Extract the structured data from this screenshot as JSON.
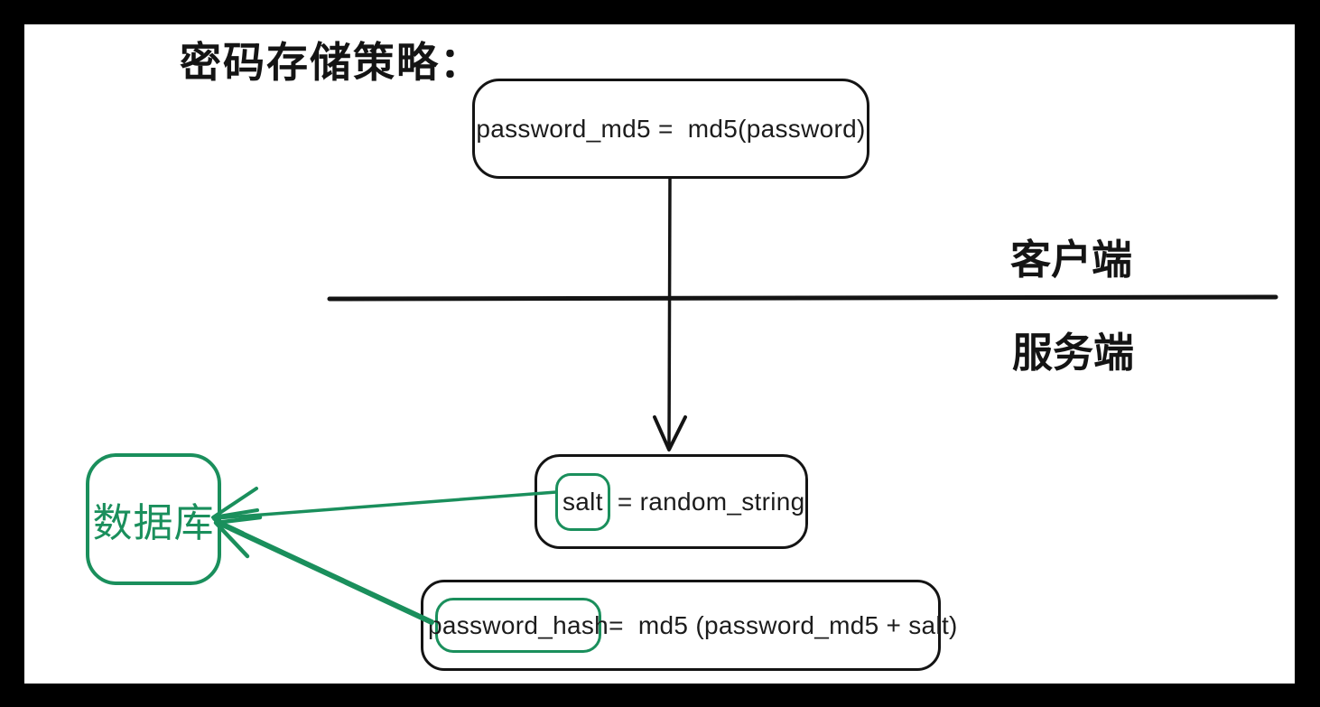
{
  "title": "密码存储策略：",
  "zones": {
    "client_label": "客户端",
    "server_label": "服务端"
  },
  "boxes": {
    "password_md5": {
      "text": "password_md5 =  md5(password)"
    },
    "salt": {
      "highlighted": "salt",
      "rest": " = random_string"
    },
    "password_hash": {
      "highlighted": "password_hash",
      "rest": " =  md5 (password_md5 + salt)"
    },
    "database": {
      "label": "数据库"
    }
  },
  "connectors": {
    "flow_arrow": "password_md5 flows from client to server",
    "salt_to_db": "salt stored to database",
    "hash_to_db": "password_hash stored to database"
  },
  "colors": {
    "ink": "#141414",
    "highlight_green": "#1a8f5c",
    "frame": "#000000",
    "canvas": "#ffffff"
  }
}
